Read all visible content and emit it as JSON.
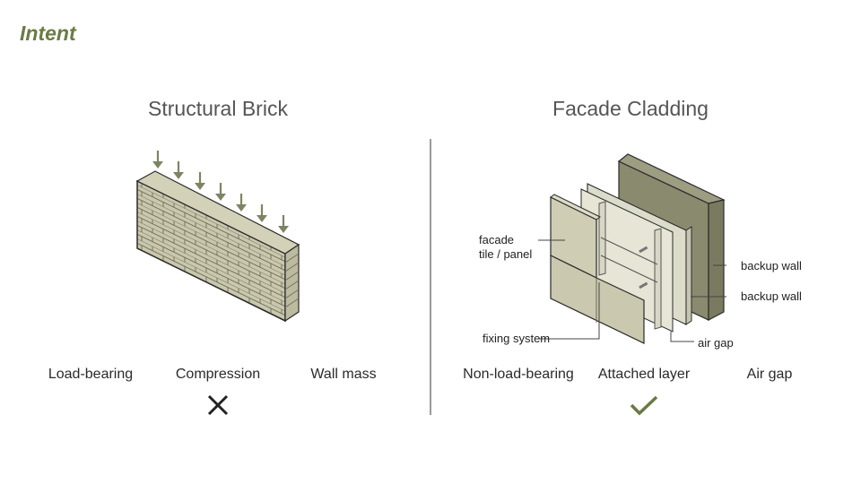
{
  "heading": "Intent",
  "colors": {
    "accent": "#6b7a45",
    "brick": "#c9c7ad",
    "cross": "#222222",
    "check": "#6b7a45"
  },
  "left": {
    "title": "Structural Brick",
    "labels": [
      "Load-bearing",
      "Compression",
      "Wall mass"
    ],
    "mark": "cross-icon"
  },
  "right": {
    "title": "Facade Cladding",
    "labels": [
      "Non-load-bearing",
      "Attached layer",
      "Air gap"
    ],
    "mark": "check-icon",
    "callouts": {
      "panel": "facade\ntile / panel",
      "panel_line1": "facade",
      "panel_line2": "tile / panel",
      "fixing": "fixing system",
      "backup1": "backup wall",
      "backup2": "backup wall",
      "airgap": "air gap"
    }
  }
}
